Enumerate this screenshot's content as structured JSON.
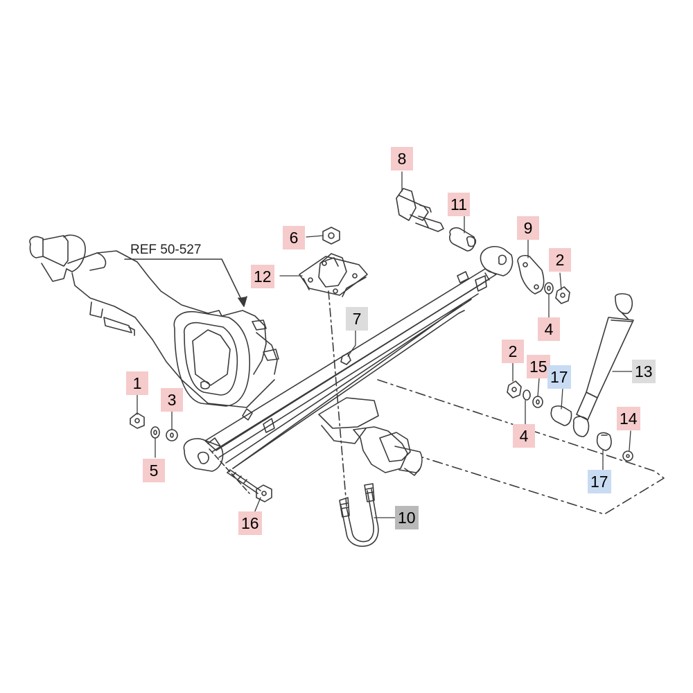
{
  "colors": {
    "highlight_red": "#f5cbcb",
    "highlight_blue": "#c9dbf3",
    "highlight_gray": "#dcdcdc",
    "highlight_darkgray": "#b9b9b9",
    "line": "#3a3a3a"
  },
  "reference": {
    "text": "REF 50-527"
  },
  "callouts": {
    "c1": {
      "number": "1",
      "color": "red"
    },
    "c2a": {
      "number": "2",
      "color": "red"
    },
    "c2b": {
      "number": "2",
      "color": "red"
    },
    "c3": {
      "number": "3",
      "color": "red"
    },
    "c4a": {
      "number": "4",
      "color": "red"
    },
    "c4b": {
      "number": "4",
      "color": "red"
    },
    "c5": {
      "number": "5",
      "color": "red"
    },
    "c6": {
      "number": "6",
      "color": "red"
    },
    "c7": {
      "number": "7",
      "color": "gray"
    },
    "c8": {
      "number": "8",
      "color": "red"
    },
    "c9": {
      "number": "9",
      "color": "red"
    },
    "c10": {
      "number": "10",
      "color": "darkgray"
    },
    "c11": {
      "number": "11",
      "color": "red"
    },
    "c12": {
      "number": "12",
      "color": "red"
    },
    "c13": {
      "number": "13",
      "color": "gray"
    },
    "c14": {
      "number": "14",
      "color": "red"
    },
    "c15": {
      "number": "15",
      "color": "red"
    },
    "c16": {
      "number": "16",
      "color": "red"
    },
    "c17a": {
      "number": "17",
      "color": "blue"
    },
    "c17b": {
      "number": "17",
      "color": "blue"
    }
  }
}
